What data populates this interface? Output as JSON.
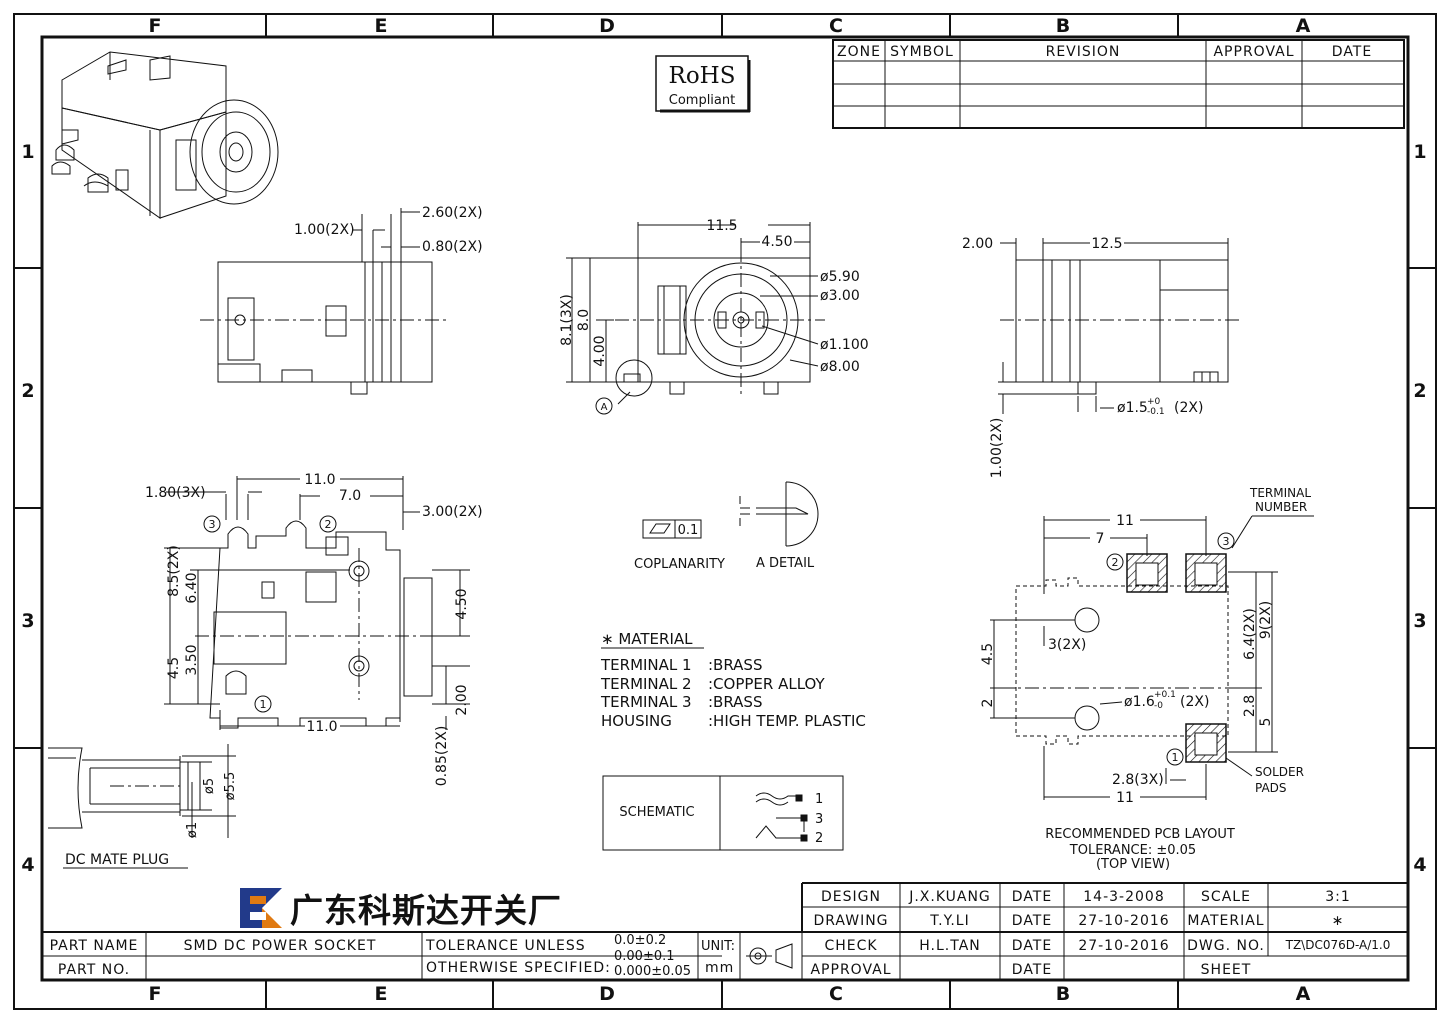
{
  "frame": {
    "col_letters": [
      "F",
      "E",
      "D",
      "C",
      "B",
      "A"
    ],
    "row_numbers": [
      "1",
      "2",
      "3",
      "4"
    ]
  },
  "rohs": {
    "title": "RoHS",
    "subtitle": "Compliant"
  },
  "revision_table": {
    "headers": [
      "ZONE",
      "SYMBOL",
      "REVISION",
      "APPROVAL",
      "DATE"
    ]
  },
  "dims": {
    "side_top_1": "1.00(2X)",
    "side_top_2": "2.60(2X)",
    "side_top_3": "0.80(2X)",
    "front_w": "11.5",
    "front_4_50": "4.50",
    "front_81": "8.1(3X)",
    "front_80": "8.0",
    "front_400": "4.00",
    "d590": "ø5.90",
    "d300": "ø3.00",
    "d1100": "ø1.100",
    "d800": "ø8.00",
    "detail_ref": "A",
    "right_200": "2.00",
    "right_125": "12.5",
    "right_100": "1.00(2X)",
    "right_d15": "ø1.5",
    "right_d15_tol_hi": "+0",
    "right_d15_tol_lo": "-0.1",
    "right_d15_x": "(2X)",
    "bot_180": "1.80(3X)",
    "bot_110": "11.0",
    "bot_70": "7.0",
    "bot_300": "3.00(2X)",
    "bot_85": "8.5(2X)",
    "bot_640": "6.40",
    "bot_450r": "4.50",
    "bot_45": "4.5",
    "bot_350": "3.50",
    "bot_200": "2.00",
    "bot_110b": "11.0",
    "bot_085": "0.85(2X)",
    "term1": "1",
    "term2": "2",
    "term3": "3",
    "plug_d5": "ø5",
    "plug_d55": "ø5.5",
    "plug_d1": "ø1",
    "pcb_11": "11",
    "pcb_7": "7",
    "pcb_3": "3(2X)",
    "pcb_45": "4.5",
    "pcb_2": "2",
    "pcb_64": "6.4(2X)",
    "pcb_9": "9(2X)",
    "pcb_d16": "ø1.6",
    "pcb_d16_tol_hi": "+0.1",
    "pcb_d16_tol_lo": "-0",
    "pcb_d16_x": "(2X)",
    "pcb_28": "2.8",
    "pcb_5": "5",
    "pcb_28x3": "2.8(3X)",
    "pcb_11b": "11"
  },
  "labels": {
    "terminal_number": "TERMINAL NUMBER",
    "terminal_number_l1": "TERMINAL",
    "terminal_number_l2": "NUMBER",
    "coplanarity_val": "0.1",
    "coplanarity": "COPLANARITY",
    "a_detail": "A  DETAIL",
    "material_title": "∗ MATERIAL",
    "materials": [
      {
        "name": "TERMINAL  1",
        "value": ":BRASS"
      },
      {
        "name": "TERMINAL  2",
        "value": ":COPPER  ALLOY"
      },
      {
        "name": "TERMINAL  3",
        "value": ":BRASS"
      },
      {
        "name": "HOUSING",
        "value": ":HIGH  TEMP.  PLASTIC"
      }
    ],
    "schematic": "SCHEMATIC",
    "sch_1": "1",
    "sch_3": "3",
    "sch_2": "2",
    "solder_l1": "SOLDER",
    "solder_l2": "PADS",
    "pcb_title": "RECOMMENDED PCB LAYOUT",
    "pcb_tol": "TOLERANCE: ±0.05",
    "pcb_view": "(TOP VIEW)",
    "dc_mate_plug": "DC  MATE  PLUG"
  },
  "title_block": {
    "company": "广东科斯达开关厂",
    "design_label": "DESIGN",
    "design_value": "J.X.KUANG",
    "drawing_label": "DRAWING",
    "drawing_value": "T.Y.LI",
    "check_label": "CHECK",
    "check_value": "H.L.TAN",
    "approval_label": "APPROVAL",
    "date_label": "DATE",
    "date1": "14-3-2008",
    "date2": "27-10-2016",
    "date3": "27-10-2016",
    "scale_label": "SCALE",
    "scale_value": "3:1",
    "material_label": "MATERIAL",
    "material_value": "∗",
    "dwg_label": "DWG. NO.",
    "dwg_value": "TZ\\DC076D-A/1.0",
    "sheet_label": "SHEET",
    "part_name_label": "PART NAME",
    "part_name_value": "SMD  DC  POWER  SOCKET",
    "part_no_label": "PART NO.",
    "tolerance_l1": "TOLERANCE  UNLESS",
    "tolerance_l2": "OTHERWISE  SPECIFIED:",
    "tol1": "0.0±0.2",
    "tol2": "0.00±0.1",
    "tol3": "0.000±0.05",
    "unit_label": "UNIT:",
    "unit_value": "mm"
  }
}
